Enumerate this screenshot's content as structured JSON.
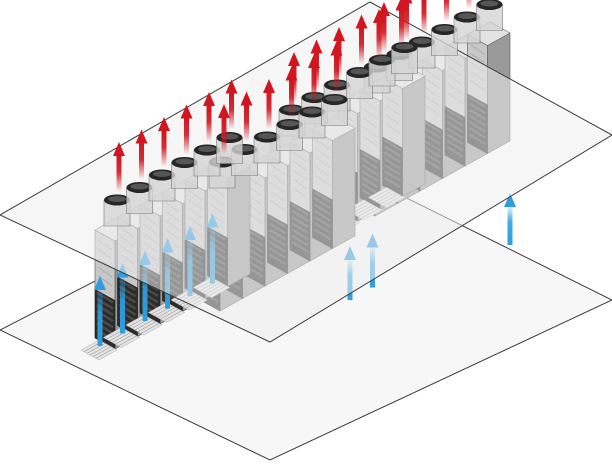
{
  "diagram": {
    "rows": [
      {
        "id": "row-1",
        "racks": 6
      },
      {
        "id": "row-2",
        "racks": 6
      },
      {
        "id": "row-3",
        "racks": 6
      },
      {
        "id": "row-4",
        "racks": 6
      }
    ],
    "colors": {
      "floor_fill": "#f7f7f7",
      "plane_stroke": "#3a3a3a",
      "ceiling_fill": "#eeeeee",
      "rack_front": "#c7c7c7",
      "rack_side": "#9a9a9a",
      "rack_top": "#e3e3e3",
      "rack_lower": "#2b2b2b",
      "server_blade": "#4a4a4a",
      "exhaust_duct": "#262626",
      "exhaust_cap": "#b8b8b8",
      "hot_air_arrow": "#d0161f",
      "cold_air_arrow": "#2e9ee0",
      "floor_vent": "#bdbdbd"
    },
    "icons": {
      "hot_air": "up-arrow-red",
      "cold_air": "up-arrow-blue",
      "vent": "floor-grille"
    }
  }
}
